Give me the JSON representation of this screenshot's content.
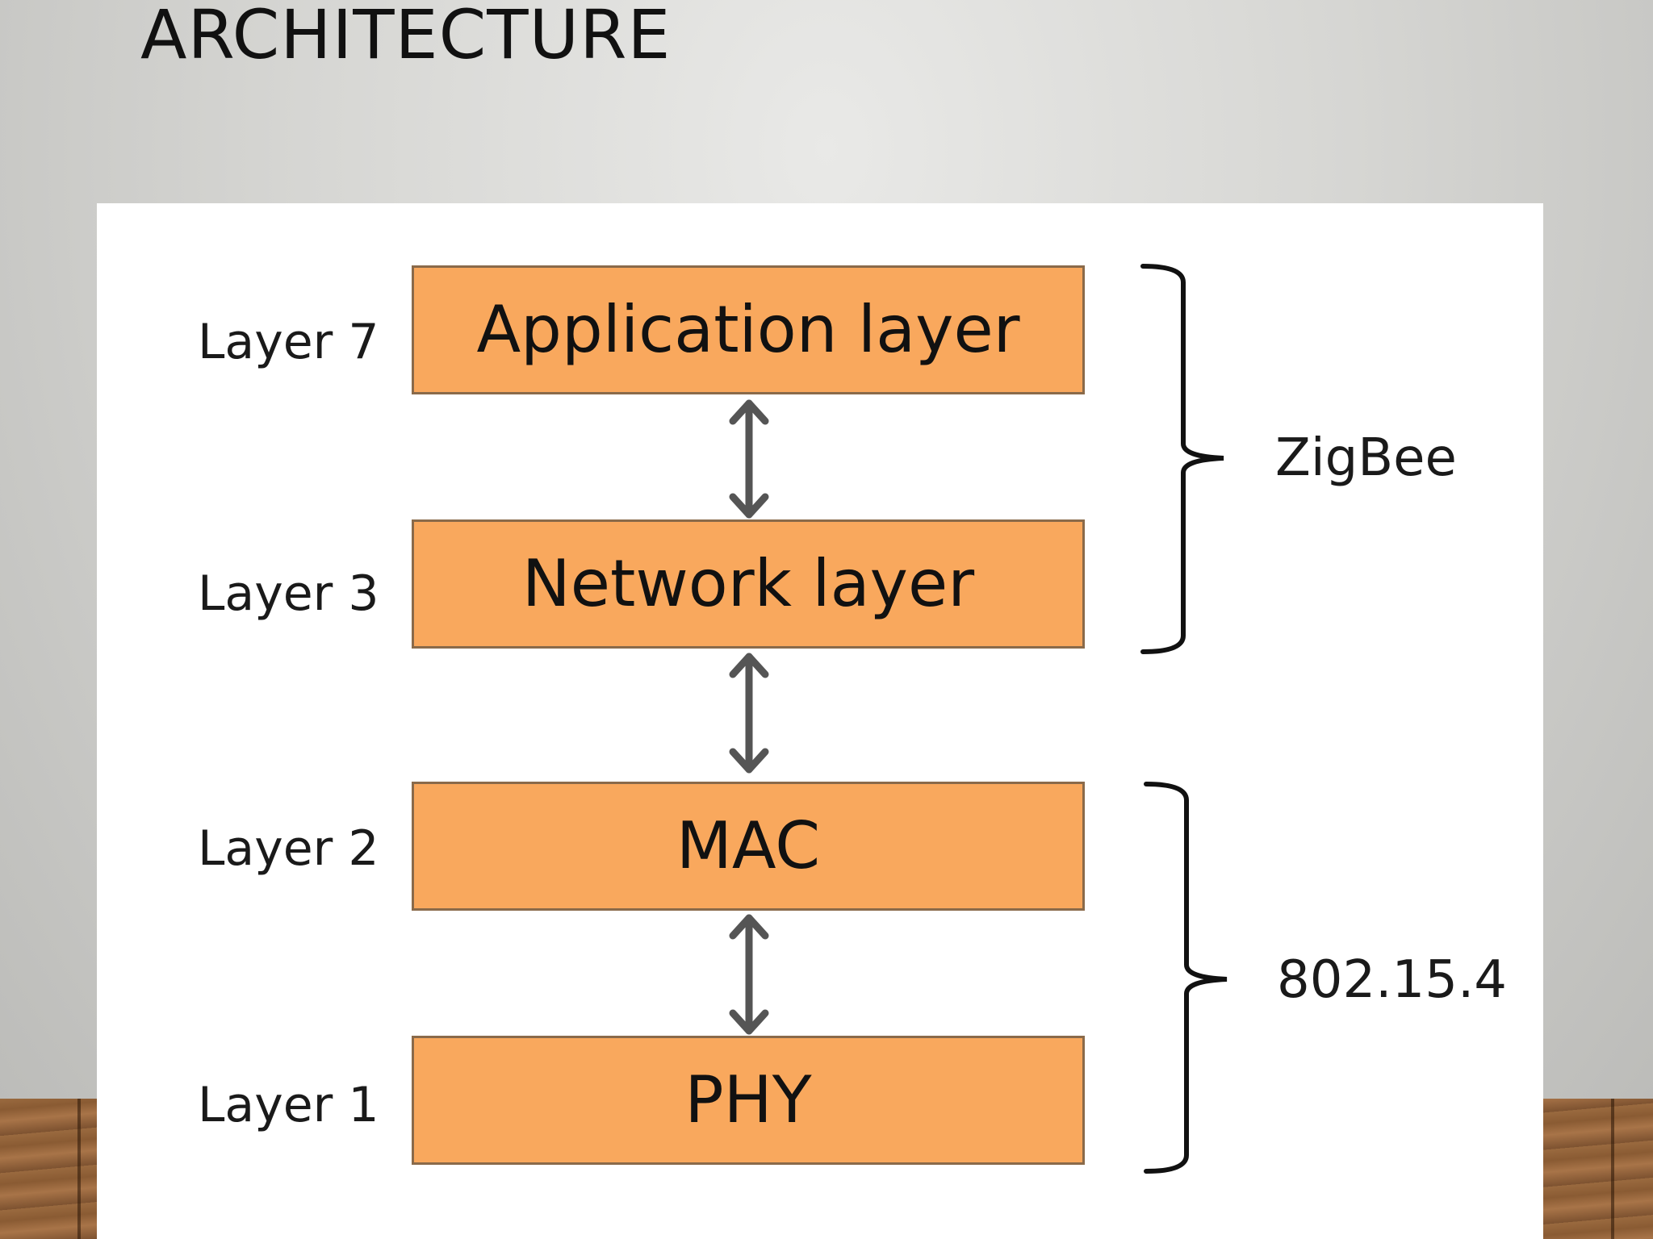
{
  "slide": {
    "title": "ARCHITECTURE"
  },
  "diagram": {
    "layers": [
      {
        "level_label": "Layer 7",
        "name": "Application layer"
      },
      {
        "level_label": "Layer 3",
        "name": "Network layer"
      },
      {
        "level_label": "Layer 2",
        "name": "MAC"
      },
      {
        "level_label": "Layer 1",
        "name": "PHY"
      }
    ],
    "groups": [
      {
        "label": "ZigBee"
      },
      {
        "label": "802.15.4"
      }
    ],
    "colors": {
      "block_fill": "#f9a85d",
      "block_border": "#8a6a4a",
      "arrow": "#555555",
      "bracket": "#111111"
    }
  }
}
